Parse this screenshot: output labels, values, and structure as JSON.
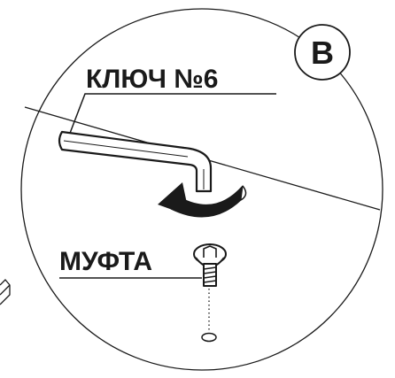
{
  "labels": {
    "detail_badge": "B",
    "key": "КЛЮЧ №6",
    "coupling": "МУФТА"
  },
  "colors": {
    "line": "#1a1a1a",
    "background": "#ffffff"
  },
  "icons": [
    "hex-key",
    "rotation-arrow",
    "threaded-coupling",
    "drilled-hole",
    "panel-corner"
  ]
}
